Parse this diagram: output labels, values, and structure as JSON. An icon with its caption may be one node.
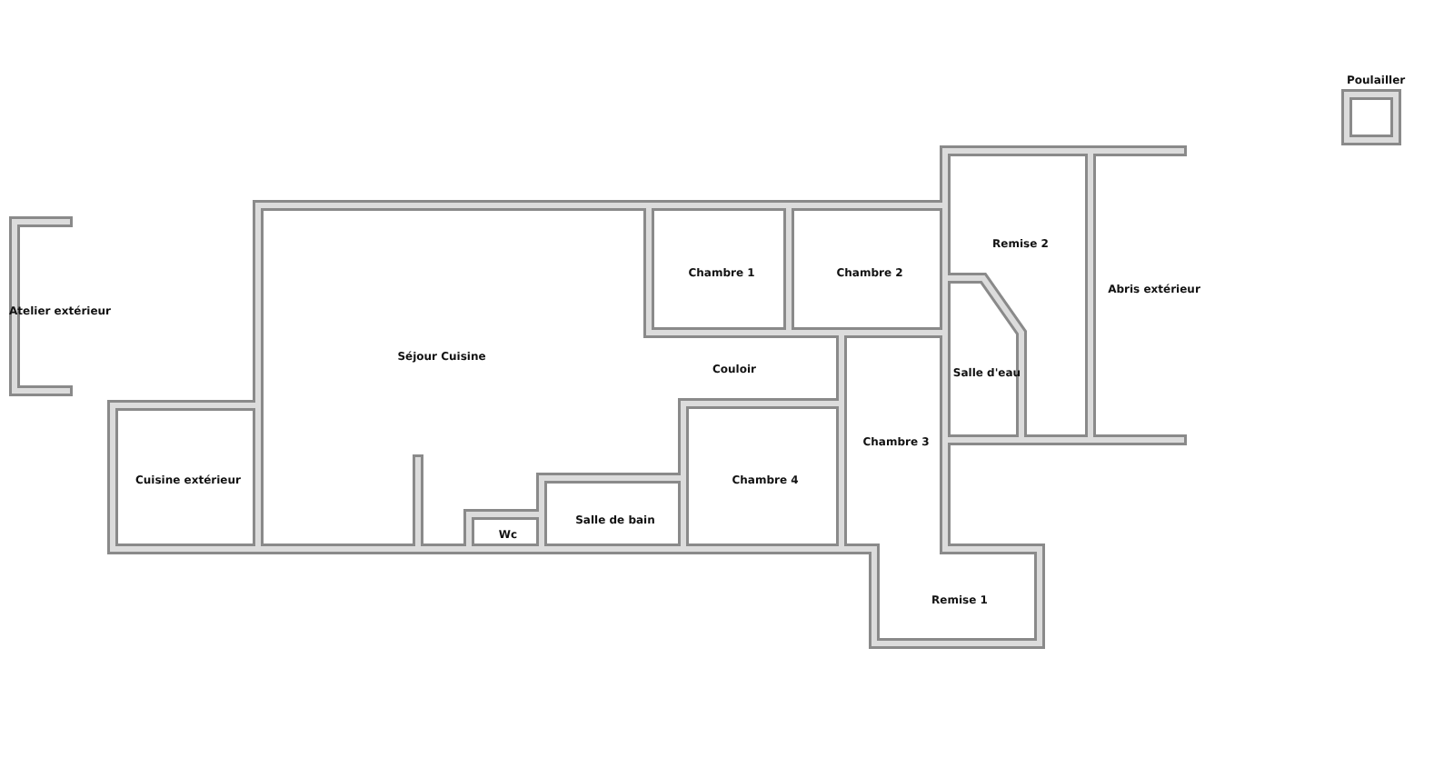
{
  "diagram": {
    "nodes": [
      {
        "text": [
          "Poulailler"
        ]
      },
      {
        "text": [
          "Remise 2"
        ]
      },
      {
        "text": [
          "Chambre 1"
        ]
      },
      {
        "text": [
          "Chambre 2"
        ]
      },
      {
        "text": [
          "Atelier extérieur"
        ]
      },
      {
        "text": [
          "Abris extérieur"
        ]
      },
      {
        "text": [
          "Salle d'eau"
        ]
      },
      {
        "text": [
          "Séjour Cuisine"
        ]
      },
      {
        "text": [
          "Couloir"
        ]
      },
      {
        "text": [
          "Chambre 3"
        ]
      },
      {
        "text": [
          "Cuisine extérieur"
        ]
      },
      {
        "text": [
          "Chambre 4"
        ]
      },
      {
        "text": [
          "Salle de bain"
        ]
      },
      {
        "text": [
          "Wc"
        ]
      },
      {
        "text": [
          "Remise 1"
        ]
      }
    ]
  }
}
